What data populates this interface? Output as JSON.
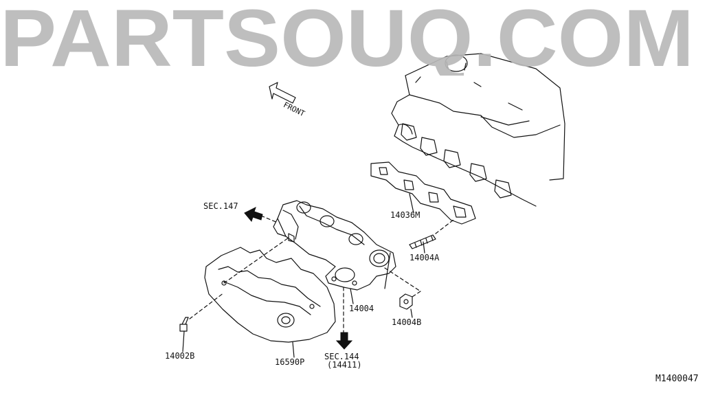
{
  "diagram": {
    "front_label": "FRONT",
    "watermark": "PARTSOUQ.COM",
    "diagram_code": "M1400047",
    "colors": {
      "line": "#111111",
      "watermark": "#b9b9b9"
    },
    "callouts": {
      "sec147": "SEC.147",
      "gasket": "14036M",
      "stud": "14004A",
      "manifold": "14004",
      "nut": "14004B",
      "bolt": "14002B",
      "heat_cover": "16590P",
      "sec144_line1": "SEC.144",
      "sec144_line2": "(14411)"
    }
  }
}
